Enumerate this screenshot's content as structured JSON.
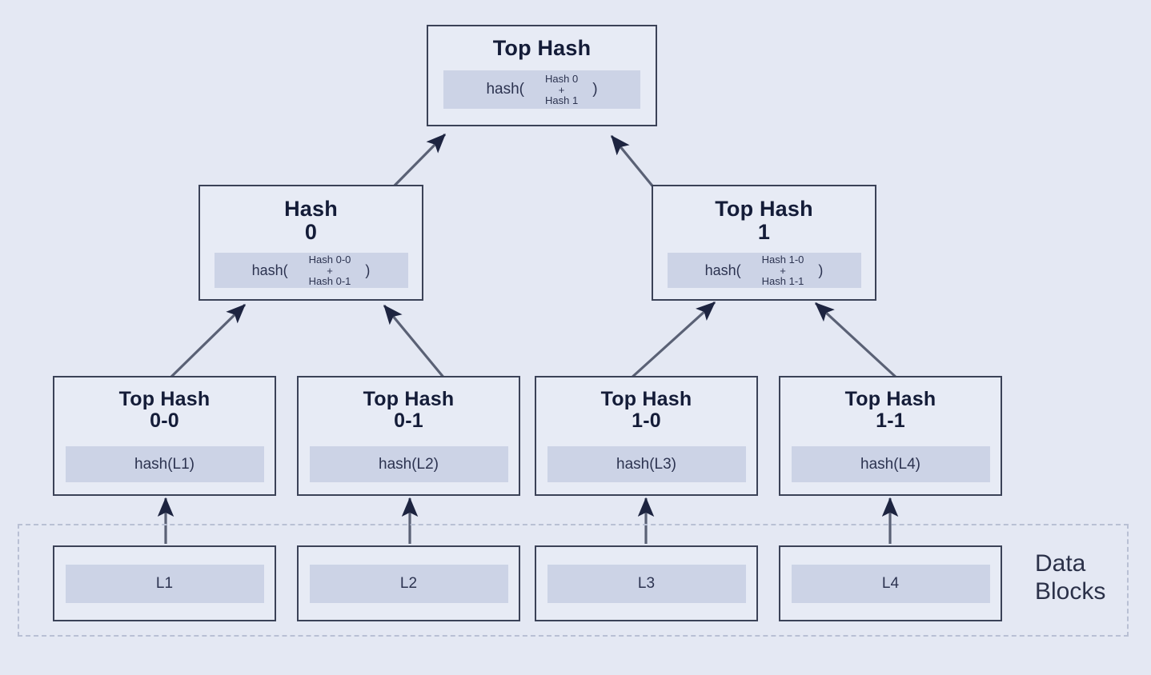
{
  "theme": {
    "background": "#e4e8f3",
    "box_fill": "#e7ebf5",
    "box_border": "#3b4257",
    "pill_fill": "#ccd3e6",
    "title_text": "#141c38",
    "pill_text": "#2c3350",
    "arrow": "#3b4257",
    "dashed_border": "#b9c0d4"
  },
  "diagram": {
    "type": "merkle-tree",
    "group_label": "Data\nBlocks",
    "group_label_line1": "Data",
    "group_label_line2": "Blocks",
    "root": {
      "title": "Top Hash",
      "formula_open": "hash(",
      "formula_arg1": "Hash 0",
      "formula_plus": "+",
      "formula_arg2": "Hash 1",
      "formula_close": ")"
    },
    "mid": [
      {
        "title_line1": "Hash",
        "title_line2": "0",
        "formula_open": "hash(",
        "formula_arg1": "Hash 0-0",
        "formula_plus": "+",
        "formula_arg2": "Hash 0-1",
        "formula_close": ")"
      },
      {
        "title_line1": "Top Hash",
        "title_line2": "1",
        "formula_open": "hash(",
        "formula_arg1": "Hash 1-0",
        "formula_plus": "+",
        "formula_arg2": "Hash 1-1",
        "formula_close": ")"
      }
    ],
    "leaves": [
      {
        "title_line1": "Top Hash",
        "title_line2": "0-0",
        "formula": "hash(L1)"
      },
      {
        "title_line1": "Top Hash",
        "title_line2": "0-1",
        "formula": "hash(L2)"
      },
      {
        "title_line1": "Top Hash",
        "title_line2": "1-0",
        "formula": "hash(L3)"
      },
      {
        "title_line1": "Top Hash",
        "title_line2": "1-1",
        "formula": "hash(L4)"
      }
    ],
    "blocks": [
      {
        "label": "L1"
      },
      {
        "label": "L2"
      },
      {
        "label": "L3"
      },
      {
        "label": "L4"
      }
    ]
  }
}
